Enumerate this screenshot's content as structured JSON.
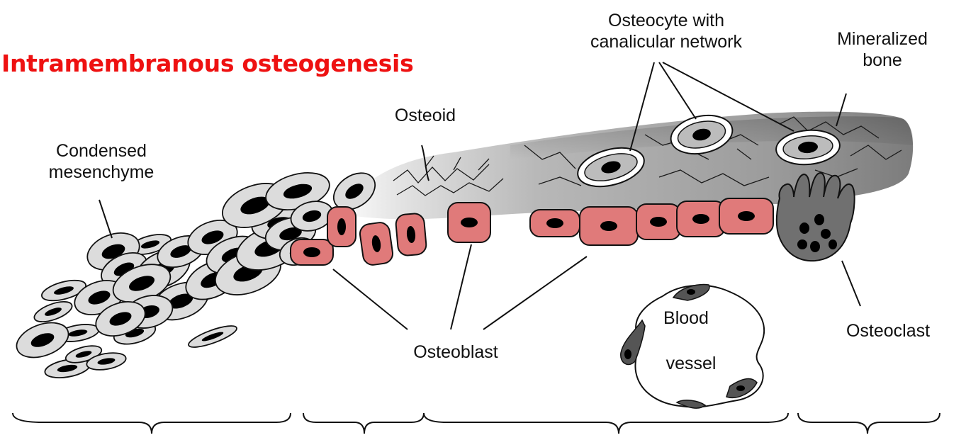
{
  "title": "Intramembranous osteogenesis",
  "colors": {
    "title": "#ee1111",
    "osteoblast_fill": "#e07a7a",
    "mesenchyme_fill": "#dcdcdc",
    "bone_fill": "#8c8c8c",
    "osteoclast_fill": "#707070"
  },
  "labels": {
    "condensed_mesenchyme": [
      "Condensed",
      "mesenchyme"
    ],
    "osteoid": "Osteoid",
    "osteocyte": [
      "Osteocyte with",
      "canalicular network"
    ],
    "mineralized_bone": [
      "Mineralized",
      "bone"
    ],
    "osteoblast": "Osteoblast",
    "blood_vessel": [
      "Blood",
      "vessel"
    ],
    "osteoclast": "Osteoclast"
  }
}
